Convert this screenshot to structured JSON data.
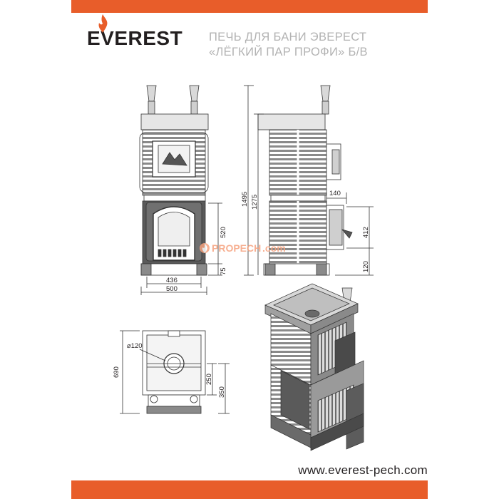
{
  "colors": {
    "accent": "#e85d2a",
    "text_dark": "#231f20",
    "title_gray": "#b3b3b3",
    "line": "#333333"
  },
  "brand": {
    "logo_text": "EVEREST"
  },
  "title": {
    "line1": "ПЕЧЬ ДЛЯ БАНИ ЭВЕРЕСТ",
    "line2": "«ЛЁГКИЙ ПАР ПРОФИ» Б/В"
  },
  "footer": {
    "website": "www.everest-pech.com"
  },
  "watermark": {
    "part1": "PROPECH",
    "part2": ".com"
  },
  "dimensions": {
    "height_total": "1495",
    "height_body": "1275",
    "door_height": "520",
    "base_height": "75",
    "width_inner": "436",
    "width_total": "500",
    "side_offset": "140",
    "side_door_height": "412",
    "side_base": "120",
    "depth": "690",
    "flue_diameter": "⌀120",
    "flue_offset_250": "250",
    "flue_offset_350": "350"
  }
}
